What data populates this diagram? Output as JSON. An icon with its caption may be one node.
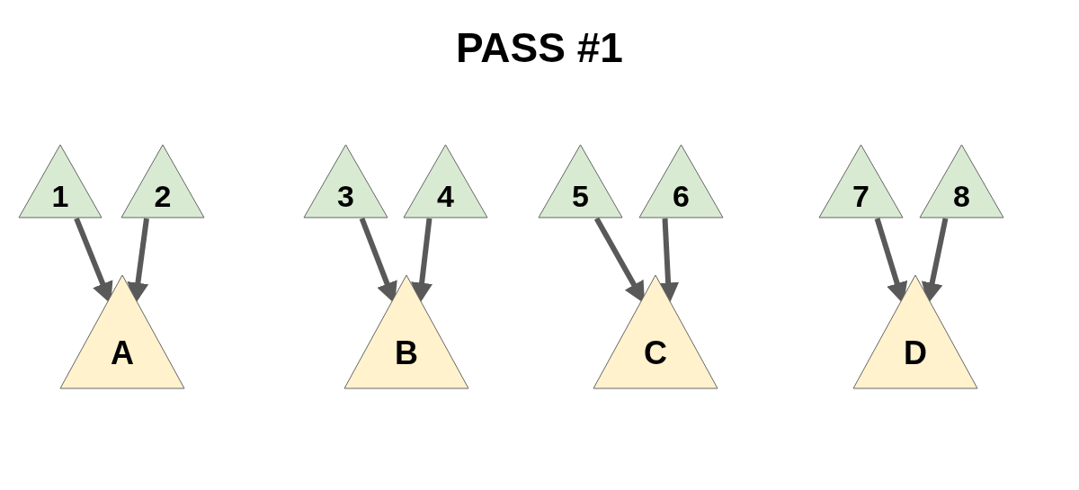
{
  "diagram": {
    "title": "PASS #1",
    "nodes": [
      {
        "text": [
          "1"
        ]
      },
      {
        "text": [
          "2"
        ]
      },
      {
        "text": [
          "3"
        ]
      },
      {
        "text": [
          "4"
        ]
      },
      {
        "text": [
          "5"
        ]
      },
      {
        "text": [
          "6"
        ]
      },
      {
        "text": [
          "7"
        ]
      },
      {
        "text": [
          "8"
        ]
      },
      {
        "text": [
          "A"
        ]
      },
      {
        "text": [
          "B"
        ]
      },
      {
        "text": [
          "C"
        ]
      },
      {
        "text": [
          "D"
        ]
      }
    ],
    "edges": [
      {
        "from": 0,
        "to": 8,
        "arrow": "to"
      },
      {
        "from": 1,
        "to": 8,
        "arrow": "to"
      },
      {
        "from": 2,
        "to": 9,
        "arrow": "to"
      },
      {
        "from": 3,
        "to": 9,
        "arrow": "to"
      },
      {
        "from": 4,
        "to": 10,
        "arrow": "to"
      },
      {
        "from": 5,
        "to": 10,
        "arrow": "to"
      },
      {
        "from": 6,
        "to": 11,
        "arrow": "to"
      },
      {
        "from": 7,
        "to": 11,
        "arrow": "to"
      }
    ]
  }
}
